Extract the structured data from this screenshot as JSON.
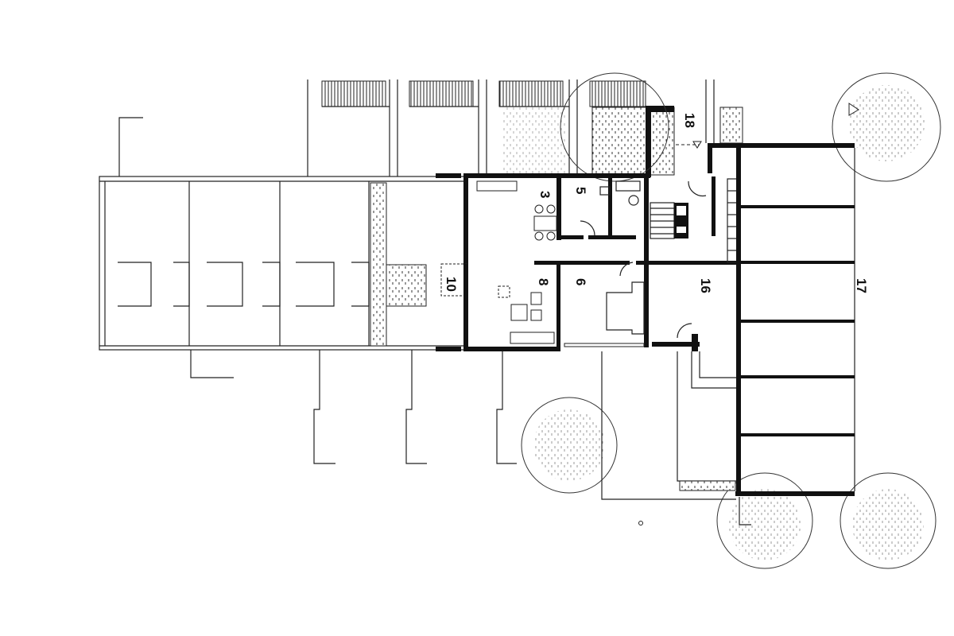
{
  "plan": {
    "room_labels": {
      "r3": "3",
      "r5": "5",
      "r8": "8",
      "r6": "6",
      "r10": "10",
      "r16": "16",
      "r17": "17",
      "r18": "18"
    },
    "colors": {
      "line": "#111111",
      "background": "#ffffff"
    }
  }
}
